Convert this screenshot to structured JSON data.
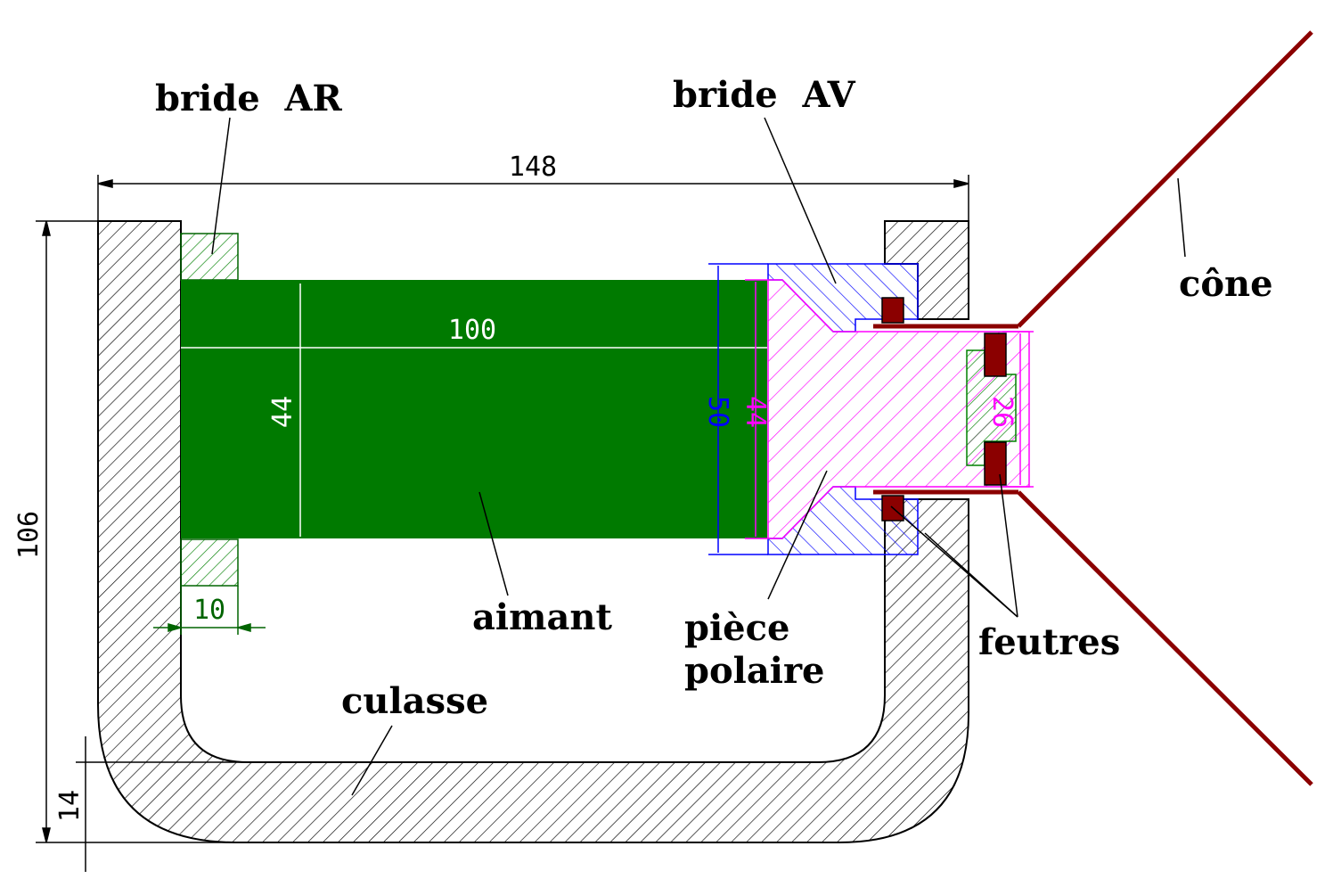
{
  "labels": {
    "bride_ar": "bride  AR",
    "bride_av": "bride  AV",
    "cone": "cône",
    "aimant": "aimant",
    "piece_line1": "pièce",
    "piece_line2": "polaire",
    "feutres": "feutres",
    "culasse": "culasse"
  },
  "dimensions": {
    "overall_length": "148",
    "magnet_length": "100",
    "magnet_diameter": "44",
    "pole_outer": "50",
    "pole_inner": "44",
    "gap": "26",
    "height": "106",
    "wall": "14",
    "flange": "10"
  },
  "colors": {
    "magnet": "#007a00",
    "yoke_hatch": "#000000",
    "pole_piece": "#ff00ff",
    "front_flange": "#0000ff",
    "felt_and_cone": "#8b0000",
    "green_dim": "#006400"
  }
}
